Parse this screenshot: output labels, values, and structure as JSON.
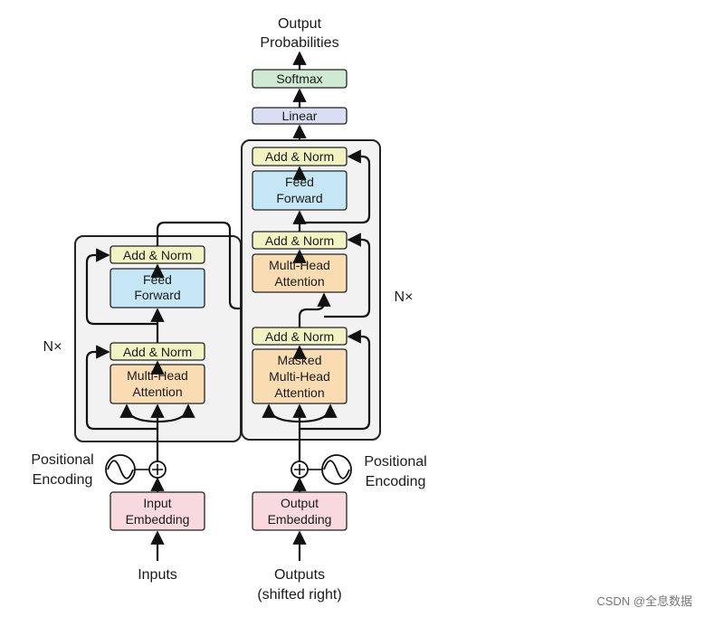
{
  "top": {
    "output_line1": "Output",
    "output_line2": "Probabilities"
  },
  "decoder_head": {
    "softmax": "Softmax",
    "linear": "Linear"
  },
  "encoder": {
    "add_norm": "Add & Norm",
    "ff_line1": "Feed",
    "ff_line2": "Forward",
    "mha_line1": "Multi-Head",
    "mha_line2": "Attention",
    "nx": "N×",
    "pos_line1": "Positional",
    "pos_line2": "Encoding",
    "embed_line1": "Input",
    "embed_line2": "Embedding",
    "input_label": "Inputs"
  },
  "decoder": {
    "add_norm": "Add & Norm",
    "ff_line1": "Feed",
    "ff_line2": "Forward",
    "mha_line1": "Multi-Head",
    "mha_line2": "Attention",
    "masked_line1": "Masked",
    "masked_line2": "Multi-Head",
    "masked_line3": "Attention",
    "nx": "N×",
    "pos_line1": "Positional",
    "pos_line2": "Encoding",
    "embed_line1": "Output",
    "embed_line2": "Embedding",
    "output_line1": "Outputs",
    "output_line2": "(shifted right)"
  },
  "watermark": "CSDN @全息数据",
  "colors": {
    "add_norm": "#f1f4c2",
    "feed_forward": "#c5e6f5",
    "attention": "#fadcb3",
    "embedding": "#f8d9dd",
    "softmax": "#cfead3",
    "linear": "#dcdcf2",
    "stack_bg": "#f2f2f2"
  }
}
